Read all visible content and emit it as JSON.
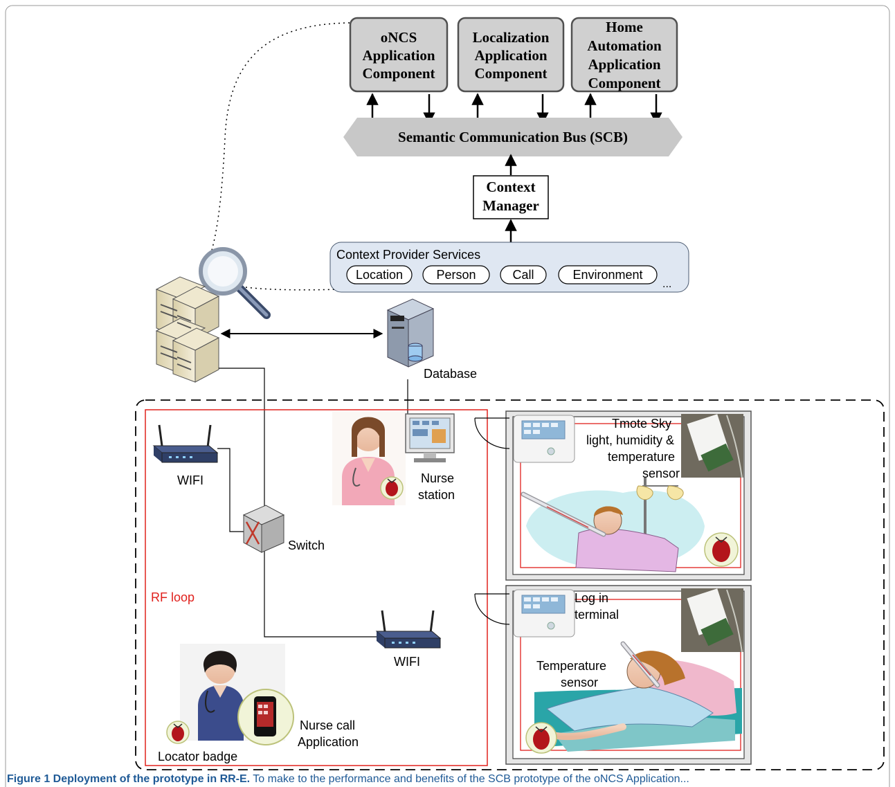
{
  "app_components": [
    {
      "lines": [
        "oNCS",
        "Application",
        "Component"
      ]
    },
    {
      "lines": [
        "Localization",
        "Application",
        "Component"
      ]
    },
    {
      "lines": [
        "Home",
        "Automation",
        "Application",
        "Component"
      ]
    }
  ],
  "bus_label": "Semantic Communication Bus (SCB)",
  "context_manager": {
    "line1": "Context",
    "line2": "Manager"
  },
  "context_provider": {
    "title": "Context Provider Services",
    "services": [
      "Location",
      "Person",
      "Call",
      "Environment"
    ],
    "more": "..."
  },
  "labels": {
    "database": "Database",
    "wifi_top": "WIFI",
    "wifi_bottom": "WIFI",
    "switch": "Switch",
    "rf_loop": "RF loop",
    "nurse_station": [
      "Nurse",
      "station"
    ],
    "tmote": [
      "Tmote Sky",
      "light, humidity &",
      "temperature",
      "sensor"
    ],
    "log_in": [
      "Log in",
      "terminal"
    ],
    "temperature_sensor": [
      "Temperature",
      "sensor"
    ],
    "locator_badge": "Locator badge",
    "nurse_call_app": [
      "Nurse call",
      "Application"
    ]
  },
  "caption": {
    "lead": "Figure 1 Deployment of the prototype in RR-E.",
    "text": " To make to the performance and benefits of the SCB prototype of the oNCS Application..."
  },
  "colors": {
    "rf_loop": "#e0201c",
    "component_fill": "#d0d0d0",
    "bus_fill": "#c8c8c8",
    "provider_fill": "#dfe7f2",
    "caption": "#1f5a96"
  }
}
